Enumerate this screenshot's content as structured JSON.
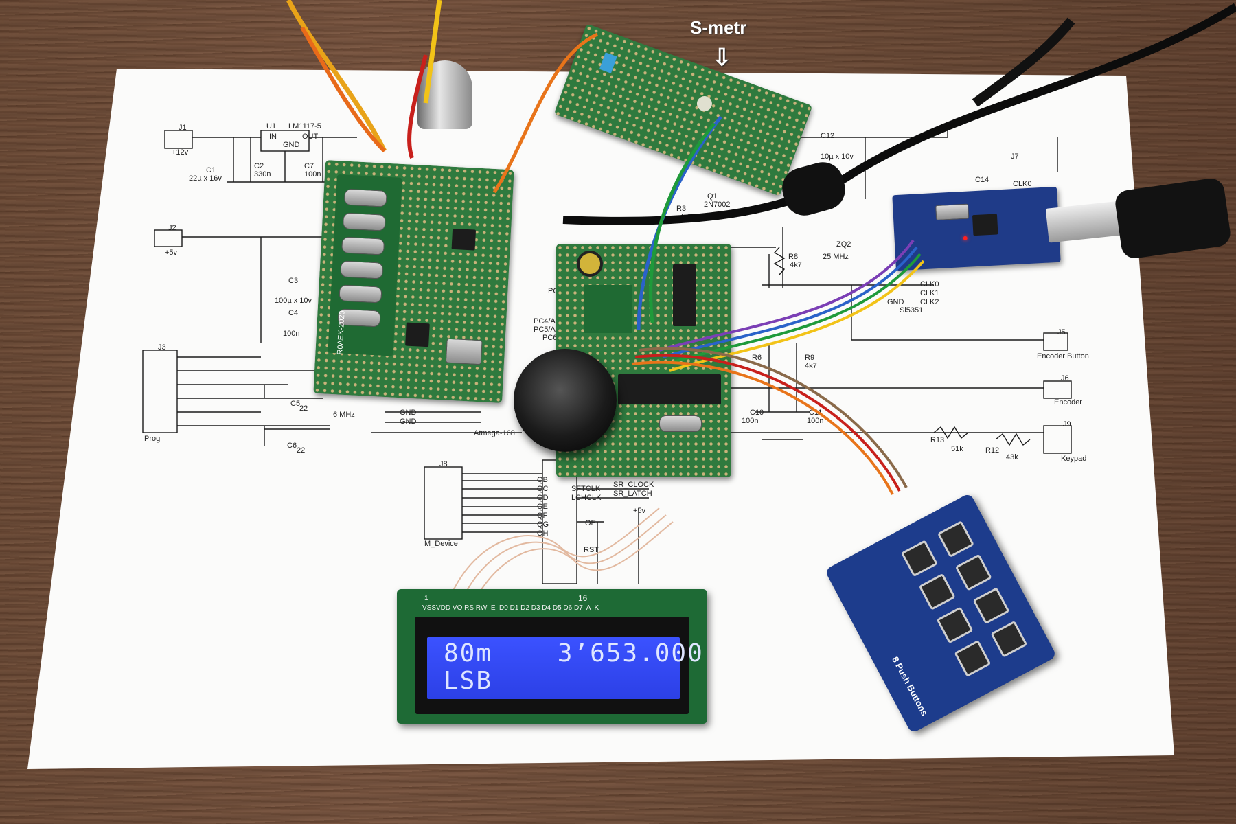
{
  "annotation": {
    "text": "S-metr",
    "arrow": "⇩"
  },
  "lcd": {
    "line1": "80m    3’653.000",
    "line2": "LSB",
    "pin_labels": "VSSVDD VO RS RW  E  D0 D1 D2 D3 D4 D5 D6 D7  A  K",
    "pin_start": "1",
    "pin_end": "16"
  },
  "boards": {
    "rx_board_marking": "R0AEK-2020",
    "keypad_marking": "8 Push Buttons"
  },
  "schematic": {
    "labels": {
      "j1": "J1",
      "j1_v": "+12v",
      "u1": "U1",
      "u1_part": "LM1117-5",
      "u1_in": "IN",
      "u1_out": "OUT",
      "u1_gnd": "GND",
      "c1": "C1",
      "c1_v": "22µ x 16v",
      "c2": "C2",
      "c2_v": "330n",
      "c7": "C7",
      "c7_v": "100n",
      "j2": "J2",
      "j2_v": "+5v",
      "c3": "C3",
      "c3_v": "100µ x 10v",
      "c4": "C4",
      "c4_v": "100n",
      "j3": "J3",
      "j3_name": "Prog",
      "c5": "C5",
      "c5_v": "22",
      "c6": "C6",
      "c6_v": "22",
      "mhz": "6 MHz",
      "gnd1": "GND",
      "gnd2": "GND",
      "mcu": "Atmega-168",
      "j8": "J8",
      "j8_name": "M_Device",
      "qb": "QB",
      "qc": "QC",
      "qd": "QD",
      "qe": "QE",
      "qf": "QF",
      "qg": "QG",
      "qh": "QH",
      "sftclk": "SFTCLK",
      "lchclk": "LCHCLK",
      "sr_clock": "SR_CLOCK",
      "sr_latch": "SR_LATCH",
      "oe": "OE",
      "rst": "RST",
      "plus5": "+5v",
      "r3": "R3",
      "r3_v": "4k7",
      "q": "Q1",
      "q_part": "2N7002",
      "r8": "R8",
      "r8_v": "4k7",
      "zq2": "ZQ2",
      "zq2_v": "25 MHz",
      "c12": "C12",
      "c12_v": "10µ x 10v",
      "c14": "C14",
      "j7": "J7",
      "clk0": "CLK0",
      "si": "Si5351",
      "clk0b": "CLK0",
      "clk1": "CLK1",
      "clk2": "CLK2",
      "gnd3": "GND",
      "r6": "R6",
      "r9": "R9",
      "r9_v": "4k7",
      "c10": "C10",
      "c10_v": "100n",
      "c11": "C11",
      "c11_v": "100n",
      "j5": "J5",
      "j5_name": "Encoder Button",
      "j6": "J6",
      "j6_name": "Encoder",
      "j9": "J9",
      "j9_name": "Keypad",
      "r13": "R13",
      "r13_v": "51k",
      "r12": "R12",
      "r12_v": "43k",
      "pc": "PC",
      "pc4": "PC4/AD",
      "pc5": "PC5/AD",
      "pc6": "PC6"
    }
  },
  "colors": {
    "lcd_background": "#3347f5",
    "lcd_text": "#dfe6ff",
    "pcb_green": "#2f7a3e",
    "pcb_blue": "#1d3c8c",
    "wood": "#6e4d39"
  }
}
